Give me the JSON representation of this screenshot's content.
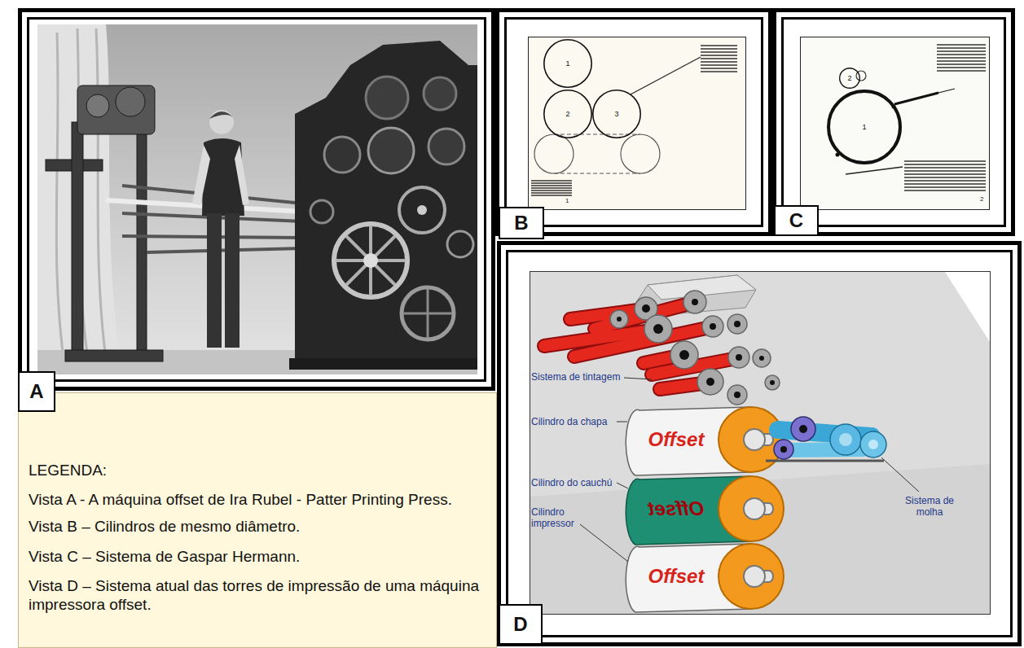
{
  "diagram": {
    "nodes": [
      {
        "text": [
          "A"
        ]
      },
      {
        "text": [
          "LEGENDA:",
          "Vista A - A máquina offset de Ira Rubel - Patter Printing Press.",
          "Vista B – Cilindros de mesmo diâmetro.",
          "Vista C – Sistema de Gaspar Hermann.",
          "Vista D – Sistema atual das torres de impressão de uma máquina impressora offset."
        ]
      },
      {
        "text": [
          "B"
        ]
      },
      {
        "text": [
          "1"
        ]
      },
      {
        "text": [
          "2"
        ]
      },
      {
        "text": [
          "3"
        ]
      },
      {
        "text": [
          "C"
        ]
      },
      {
        "text": [
          "1"
        ]
      },
      {
        "text": [
          "2"
        ]
      },
      {
        "text": [
          "D"
        ]
      }
    ],
    "labels": [
      "Sistema de tintagem",
      "Cilindro da chapa",
      "Cilindro do cauchú",
      "Cilindro impressor",
      "Sistema de molha",
      "Offset",
      "Offset",
      "Offset",
      "1",
      "2"
    ]
  }
}
